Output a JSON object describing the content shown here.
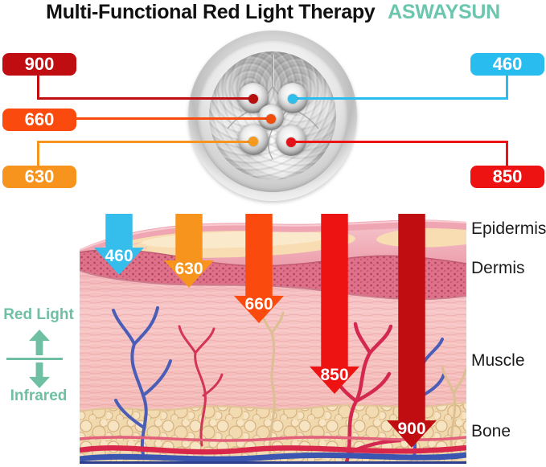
{
  "title": {
    "main": "Multi-Functional Red Light Therapy",
    "brand": "ASWAYSUN",
    "brand_color": "#6CC6AE"
  },
  "wavelengths": {
    "w900": {
      "label": "900",
      "color": "#C00D12",
      "led_position": "top-left"
    },
    "w460": {
      "label": "460",
      "color": "#29BDEF",
      "led_position": "top-right"
    },
    "w660": {
      "label": "660",
      "color": "#FB4A0D",
      "led_position": "center"
    },
    "w630": {
      "label": "630",
      "color": "#F7941E",
      "led_position": "bottom-left"
    },
    "w850": {
      "label": "850",
      "color": "#EE1313",
      "led_position": "bottom-right"
    }
  },
  "penetration_depth_order_shallow_to_deep": [
    "460",
    "630",
    "660",
    "850",
    "900"
  ],
  "skin_layers": {
    "epidermis": "Epidermis",
    "dermis": "Dermis",
    "muscle": "Muscle",
    "bone": "Bone"
  },
  "legend": {
    "red_light": "Red Light",
    "infrared": "Infrared",
    "color": "#6FC0A3"
  }
}
